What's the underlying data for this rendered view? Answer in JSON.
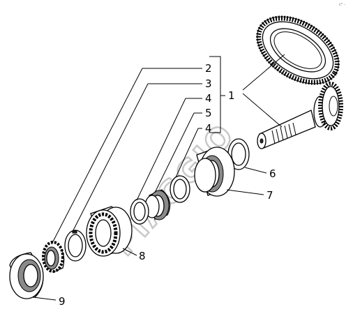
{
  "labels": {
    "l1": "1",
    "l2": "2",
    "l3": "3",
    "l4a": "4",
    "l5": "5",
    "l4b": "4",
    "l6": "6",
    "l7": "7",
    "l8": "8",
    "l9": "9"
  },
  "watermark": "PIAGGIO",
  "corner_mark": "c° -"
}
